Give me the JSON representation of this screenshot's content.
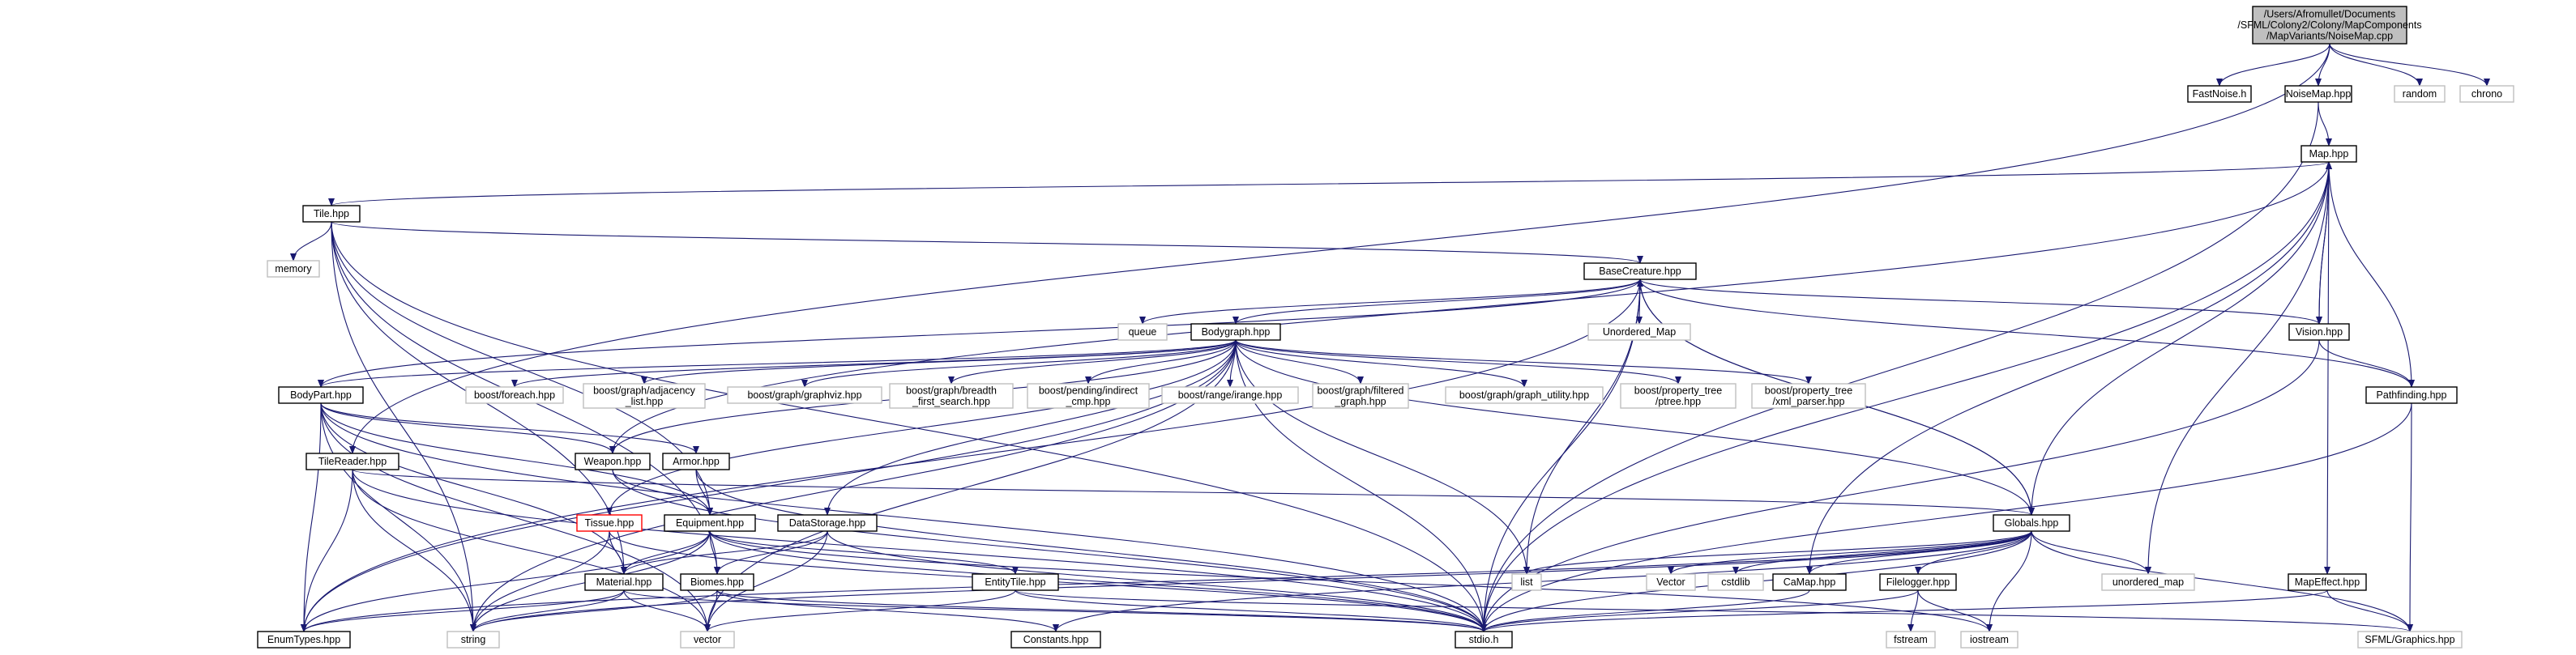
{
  "diagram": {
    "nodes": [
      {
        "id": "noisemap_cpp",
        "lines": [
          "/Users/Afromullet/Documents",
          "/SFML/Colony2/Colony/MapComponents",
          "/MapVariants/NoiseMap.cpp"
        ],
        "style": "root"
      },
      {
        "id": "fastnoise",
        "lines": [
          "FastNoise.h"
        ],
        "style": "file"
      },
      {
        "id": "noisemap_hpp",
        "lines": [
          "NoiseMap.hpp"
        ],
        "style": "file"
      },
      {
        "id": "random",
        "lines": [
          "random"
        ],
        "style": "system"
      },
      {
        "id": "chrono",
        "lines": [
          "chrono"
        ],
        "style": "system"
      },
      {
        "id": "map_hpp",
        "lines": [
          "Map.hpp"
        ],
        "style": "file"
      },
      {
        "id": "tile_hpp",
        "lines": [
          "Tile.hpp"
        ],
        "style": "file"
      },
      {
        "id": "memory",
        "lines": [
          "memory"
        ],
        "style": "system"
      },
      {
        "id": "basecreature",
        "lines": [
          "BaseCreature.hpp"
        ],
        "style": "file"
      },
      {
        "id": "queue",
        "lines": [
          "queue"
        ],
        "style": "system"
      },
      {
        "id": "bodygraph",
        "lines": [
          "Bodygraph.hpp"
        ],
        "style": "file"
      },
      {
        "id": "unordered_map_cap",
        "lines": [
          "Unordered_Map"
        ],
        "style": "system"
      },
      {
        "id": "vision",
        "lines": [
          "Vision.hpp"
        ],
        "style": "file"
      },
      {
        "id": "pathfinding",
        "lines": [
          "Pathfinding.hpp"
        ],
        "style": "file"
      },
      {
        "id": "bodypart",
        "lines": [
          "BodyPart.hpp"
        ],
        "style": "file"
      },
      {
        "id": "boost_foreach",
        "lines": [
          "boost/foreach.hpp"
        ],
        "style": "system"
      },
      {
        "id": "boost_adjacency",
        "lines": [
          "boost/graph/adjacency",
          "_list.hpp"
        ],
        "style": "system"
      },
      {
        "id": "boost_graphviz",
        "lines": [
          "boost/graph/graphviz.hpp"
        ],
        "style": "system"
      },
      {
        "id": "boost_bfs",
        "lines": [
          "boost/graph/breadth",
          "_first_search.hpp"
        ],
        "style": "system"
      },
      {
        "id": "boost_indirect",
        "lines": [
          "boost/pending/indirect",
          "_cmp.hpp"
        ],
        "style": "system"
      },
      {
        "id": "boost_irange",
        "lines": [
          "boost/range/irange.hpp"
        ],
        "style": "system"
      },
      {
        "id": "boost_filtered",
        "lines": [
          "boost/graph/filtered",
          "_graph.hpp"
        ],
        "style": "system"
      },
      {
        "id": "boost_graph_utility",
        "lines": [
          "boost/graph/graph_utility.hpp"
        ],
        "style": "system"
      },
      {
        "id": "boost_ptree",
        "lines": [
          "boost/property_tree",
          "/ptree.hpp"
        ],
        "style": "system"
      },
      {
        "id": "boost_xml",
        "lines": [
          "boost/property_tree",
          "/xml_parser.hpp"
        ],
        "style": "system"
      },
      {
        "id": "tilereader",
        "lines": [
          "TileReader.hpp"
        ],
        "style": "file"
      },
      {
        "id": "weapon",
        "lines": [
          "Weapon.hpp"
        ],
        "style": "file"
      },
      {
        "id": "armor",
        "lines": [
          "Armor.hpp"
        ],
        "style": "file"
      },
      {
        "id": "tissue",
        "lines": [
          "Tissue.hpp"
        ],
        "style": "red"
      },
      {
        "id": "equipment",
        "lines": [
          "Equipment.hpp"
        ],
        "style": "file"
      },
      {
        "id": "datastorage",
        "lines": [
          "DataStorage.hpp"
        ],
        "style": "file"
      },
      {
        "id": "globals",
        "lines": [
          "Globals.hpp"
        ],
        "style": "file"
      },
      {
        "id": "material",
        "lines": [
          "Material.hpp"
        ],
        "style": "file"
      },
      {
        "id": "biomes",
        "lines": [
          "Biomes.hpp"
        ],
        "style": "file"
      },
      {
        "id": "entitytile",
        "lines": [
          "EntityTile.hpp"
        ],
        "style": "file"
      },
      {
        "id": "list",
        "lines": [
          "list"
        ],
        "style": "system"
      },
      {
        "id": "vector_cap",
        "lines": [
          "Vector"
        ],
        "style": "system"
      },
      {
        "id": "cstdlib",
        "lines": [
          "cstdlib"
        ],
        "style": "system"
      },
      {
        "id": "camap",
        "lines": [
          "CaMap.hpp"
        ],
        "style": "file"
      },
      {
        "id": "filelogger",
        "lines": [
          "Filelogger.hpp"
        ],
        "style": "file"
      },
      {
        "id": "unordered_map",
        "lines": [
          "unordered_map"
        ],
        "style": "system"
      },
      {
        "id": "mapeffect",
        "lines": [
          "MapEffect.hpp"
        ],
        "style": "file"
      },
      {
        "id": "enumtypes",
        "lines": [
          "EnumTypes.hpp"
        ],
        "style": "file"
      },
      {
        "id": "string",
        "lines": [
          "string"
        ],
        "style": "system"
      },
      {
        "id": "vector",
        "lines": [
          "vector"
        ],
        "style": "system"
      },
      {
        "id": "constants",
        "lines": [
          "Constants.hpp"
        ],
        "style": "file"
      },
      {
        "id": "stdio",
        "lines": [
          "stdio.h"
        ],
        "style": "file"
      },
      {
        "id": "fstream",
        "lines": [
          "fstream"
        ],
        "style": "system"
      },
      {
        "id": "iostream",
        "lines": [
          "iostream"
        ],
        "style": "system"
      },
      {
        "id": "sfml_graphics",
        "lines": [
          "SFML/Graphics.hpp"
        ],
        "style": "system"
      }
    ],
    "edges": [
      [
        "noisemap_cpp",
        "fastnoise"
      ],
      [
        "noisemap_cpp",
        "noisemap_hpp"
      ],
      [
        "noisemap_cpp",
        "random"
      ],
      [
        "noisemap_cpp",
        "chrono"
      ],
      [
        "noisemap_cpp",
        "tilereader"
      ],
      [
        "noisemap_hpp",
        "map_hpp"
      ],
      [
        "noisemap_hpp",
        "stdio"
      ],
      [
        "map_hpp",
        "tile_hpp"
      ],
      [
        "map_hpp",
        "vision"
      ],
      [
        "map_hpp",
        "mapeffect"
      ],
      [
        "map_hpp",
        "stdio"
      ],
      [
        "map_hpp",
        "unordered_map"
      ],
      [
        "map_hpp",
        "weapon"
      ],
      [
        "tile_hpp",
        "memory"
      ],
      [
        "tile_hpp",
        "basecreature"
      ],
      [
        "tile_hpp",
        "string"
      ],
      [
        "tile_hpp",
        "stdio"
      ],
      [
        "tile_hpp",
        "equipment"
      ],
      [
        "tile_hpp",
        "material"
      ],
      [
        "tile_hpp",
        "biomes"
      ],
      [
        "basecreature",
        "queue"
      ],
      [
        "basecreature",
        "bodygraph"
      ],
      [
        "basecreature",
        "unordered_map_cap"
      ],
      [
        "basecreature",
        "vision"
      ],
      [
        "basecreature",
        "pathfinding"
      ],
      [
        "basecreature",
        "globals"
      ],
      [
        "basecreature",
        "enumtypes"
      ],
      [
        "basecreature",
        "bodypart"
      ],
      [
        "basecreature",
        "stdio"
      ],
      [
        "basecreature",
        "list"
      ],
      [
        "bodygraph",
        "bodypart"
      ],
      [
        "bodygraph",
        "boost_foreach"
      ],
      [
        "bodygraph",
        "boost_adjacency"
      ],
      [
        "bodygraph",
        "boost_graphviz"
      ],
      [
        "bodygraph",
        "boost_bfs"
      ],
      [
        "bodygraph",
        "boost_indirect"
      ],
      [
        "bodygraph",
        "boost_irange"
      ],
      [
        "bodygraph",
        "boost_filtered"
      ],
      [
        "bodygraph",
        "boost_graph_utility"
      ],
      [
        "bodygraph",
        "boost_ptree"
      ],
      [
        "bodygraph",
        "boost_xml"
      ],
      [
        "bodygraph",
        "globals"
      ],
      [
        "bodygraph",
        "list"
      ],
      [
        "bodygraph",
        "stdio"
      ],
      [
        "bodygraph",
        "datastorage"
      ],
      [
        "bodygraph",
        "string"
      ],
      [
        "bodygraph",
        "vector"
      ],
      [
        "bodygraph",
        "enumtypes"
      ],
      [
        "bodygraph",
        "tissue"
      ],
      [
        "bodygraph",
        "weapon"
      ],
      [
        "bodypart",
        "enumtypes"
      ],
      [
        "bodypart",
        "string"
      ],
      [
        "bodypart",
        "vector"
      ],
      [
        "bodypart",
        "weapon"
      ],
      [
        "bodypart",
        "armor"
      ],
      [
        "bodypart",
        "equipment"
      ],
      [
        "bodypart",
        "stdio"
      ],
      [
        "bodypart",
        "material"
      ],
      [
        "tilereader",
        "globals"
      ],
      [
        "tilereader",
        "enumtypes"
      ],
      [
        "tilereader",
        "string"
      ],
      [
        "tilereader",
        "vector"
      ],
      [
        "tilereader",
        "stdio"
      ],
      [
        "weapon",
        "equipment"
      ],
      [
        "weapon",
        "stdio"
      ],
      [
        "armor",
        "equipment"
      ],
      [
        "armor",
        "stdio"
      ],
      [
        "tissue",
        "material"
      ],
      [
        "tissue",
        "string"
      ],
      [
        "tissue",
        "stdio"
      ],
      [
        "equipment",
        "material"
      ],
      [
        "equipment",
        "entitytile"
      ],
      [
        "equipment",
        "enumtypes"
      ],
      [
        "equipment",
        "string"
      ],
      [
        "equipment",
        "stdio"
      ],
      [
        "equipment",
        "iostream"
      ],
      [
        "equipment",
        "biomes"
      ],
      [
        "datastorage",
        "material"
      ],
      [
        "datastorage",
        "biomes"
      ],
      [
        "datastorage",
        "vector"
      ],
      [
        "datastorage",
        "stdio"
      ],
      [
        "material",
        "enumtypes"
      ],
      [
        "material",
        "string"
      ],
      [
        "material",
        "vector"
      ],
      [
        "material",
        "stdio"
      ],
      [
        "biomes",
        "string"
      ],
      [
        "biomes",
        "vector"
      ],
      [
        "biomes",
        "constants"
      ],
      [
        "biomes",
        "stdio"
      ],
      [
        "entitytile",
        "sfml_graphics"
      ],
      [
        "entitytile",
        "vector"
      ],
      [
        "entitytile",
        "stdio"
      ],
      [
        "globals",
        "map_hpp"
      ],
      [
        "globals",
        "basecreature"
      ],
      [
        "globals",
        "list"
      ],
      [
        "globals",
        "vector_cap"
      ],
      [
        "globals",
        "cstdlib"
      ],
      [
        "globals",
        "camap"
      ],
      [
        "globals",
        "filelogger"
      ],
      [
        "globals",
        "unordered_map"
      ],
      [
        "globals",
        "iostream"
      ],
      [
        "globals",
        "sfml_graphics"
      ],
      [
        "globals",
        "stdio"
      ],
      [
        "globals",
        "string"
      ],
      [
        "globals",
        "constants"
      ],
      [
        "globals",
        "enumtypes"
      ],
      [
        "camap",
        "map_hpp"
      ],
      [
        "camap",
        "stdio"
      ],
      [
        "filelogger",
        "fstream"
      ],
      [
        "filelogger",
        "iostream"
      ],
      [
        "filelogger",
        "stdio"
      ],
      [
        "vision",
        "pathfinding"
      ],
      [
        "vision",
        "map_hpp"
      ],
      [
        "vision",
        "stdio"
      ],
      [
        "pathfinding",
        "map_hpp"
      ],
      [
        "pathfinding",
        "sfml_graphics"
      ],
      [
        "pathfinding",
        "stdio"
      ],
      [
        "mapeffect",
        "sfml_graphics"
      ],
      [
        "mapeffect",
        "stdio"
      ]
    ]
  }
}
